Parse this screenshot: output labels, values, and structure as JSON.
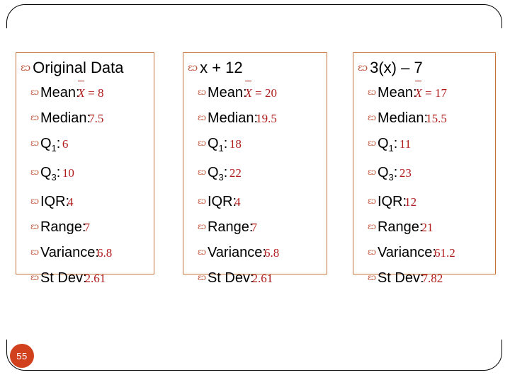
{
  "slide": {
    "page_number": "55",
    "bullet_glyph": "ɛɔ",
    "accent_color": "#C4733A",
    "value_color": "#B01C1C",
    "badge_color": "#D1411E"
  },
  "columns": [
    {
      "title": "Original Data",
      "rows": [
        {
          "label": "Mean:",
          "value": "X̅ = 8",
          "is_mean": true
        },
        {
          "label": "Median:",
          "value": "7.5",
          "is_mean": false
        },
        {
          "label": "Q₁: ",
          "value": "6",
          "is_mean": false,
          "sub_label": "Q",
          "sub": "1",
          "sub_after": ": "
        },
        {
          "label": "Q₃: ",
          "value": "10",
          "is_mean": false,
          "sub_label": "Q",
          "sub": "3",
          "sub_after": ": "
        },
        {
          "label": "IQR:",
          "value": "4",
          "is_mean": false
        },
        {
          "label": "Range:",
          "value": "7",
          "is_mean": false
        },
        {
          "label": "Variance:",
          "value": "6.8",
          "is_mean": false
        },
        {
          "label": "St Dev:",
          "value": "2.61",
          "is_mean": false
        }
      ]
    },
    {
      "title": "x + 12",
      "rows": [
        {
          "label": "Mean:",
          "value": "X̅ = 20",
          "is_mean": true
        },
        {
          "label": "Median:",
          "value": "19.5",
          "is_mean": false
        },
        {
          "label": "Q₁: ",
          "value": "18",
          "is_mean": false,
          "sub_label": "Q",
          "sub": "1",
          "sub_after": ":"
        },
        {
          "label": "Q₃: ",
          "value": "22",
          "is_mean": false,
          "sub_label": "Q",
          "sub": "3",
          "sub_after": ":"
        },
        {
          "label": "IQR:",
          "value": "4",
          "is_mean": false
        },
        {
          "label": "Range:",
          "value": "7",
          "is_mean": false
        },
        {
          "label": "Variance:",
          "value": "6.8",
          "is_mean": false
        },
        {
          "label": "St Dev:",
          "value": "2.61",
          "is_mean": false
        }
      ]
    },
    {
      "title": "3(x) – 7",
      "rows": [
        {
          "label": "Mean:",
          "value": "X̅ = 17",
          "is_mean": true
        },
        {
          "label": "Median:",
          "value": "15.5",
          "is_mean": false
        },
        {
          "label": "Q₁: ",
          "value": "11",
          "is_mean": false,
          "sub_label": "Q",
          "sub": "1",
          "sub_after": ":"
        },
        {
          "label": "Q₃: ",
          "value": "23",
          "is_mean": false,
          "sub_label": "Q",
          "sub": "3",
          "sub_after": ": "
        },
        {
          "label": "IQR:",
          "value": "12",
          "is_mean": false
        },
        {
          "label": "Range:",
          "value": "21",
          "is_mean": false
        },
        {
          "label": "Variance:",
          "value": "61.2",
          "is_mean": false
        },
        {
          "label": "St Dev:",
          "value": "7.82",
          "is_mean": false
        }
      ]
    }
  ]
}
